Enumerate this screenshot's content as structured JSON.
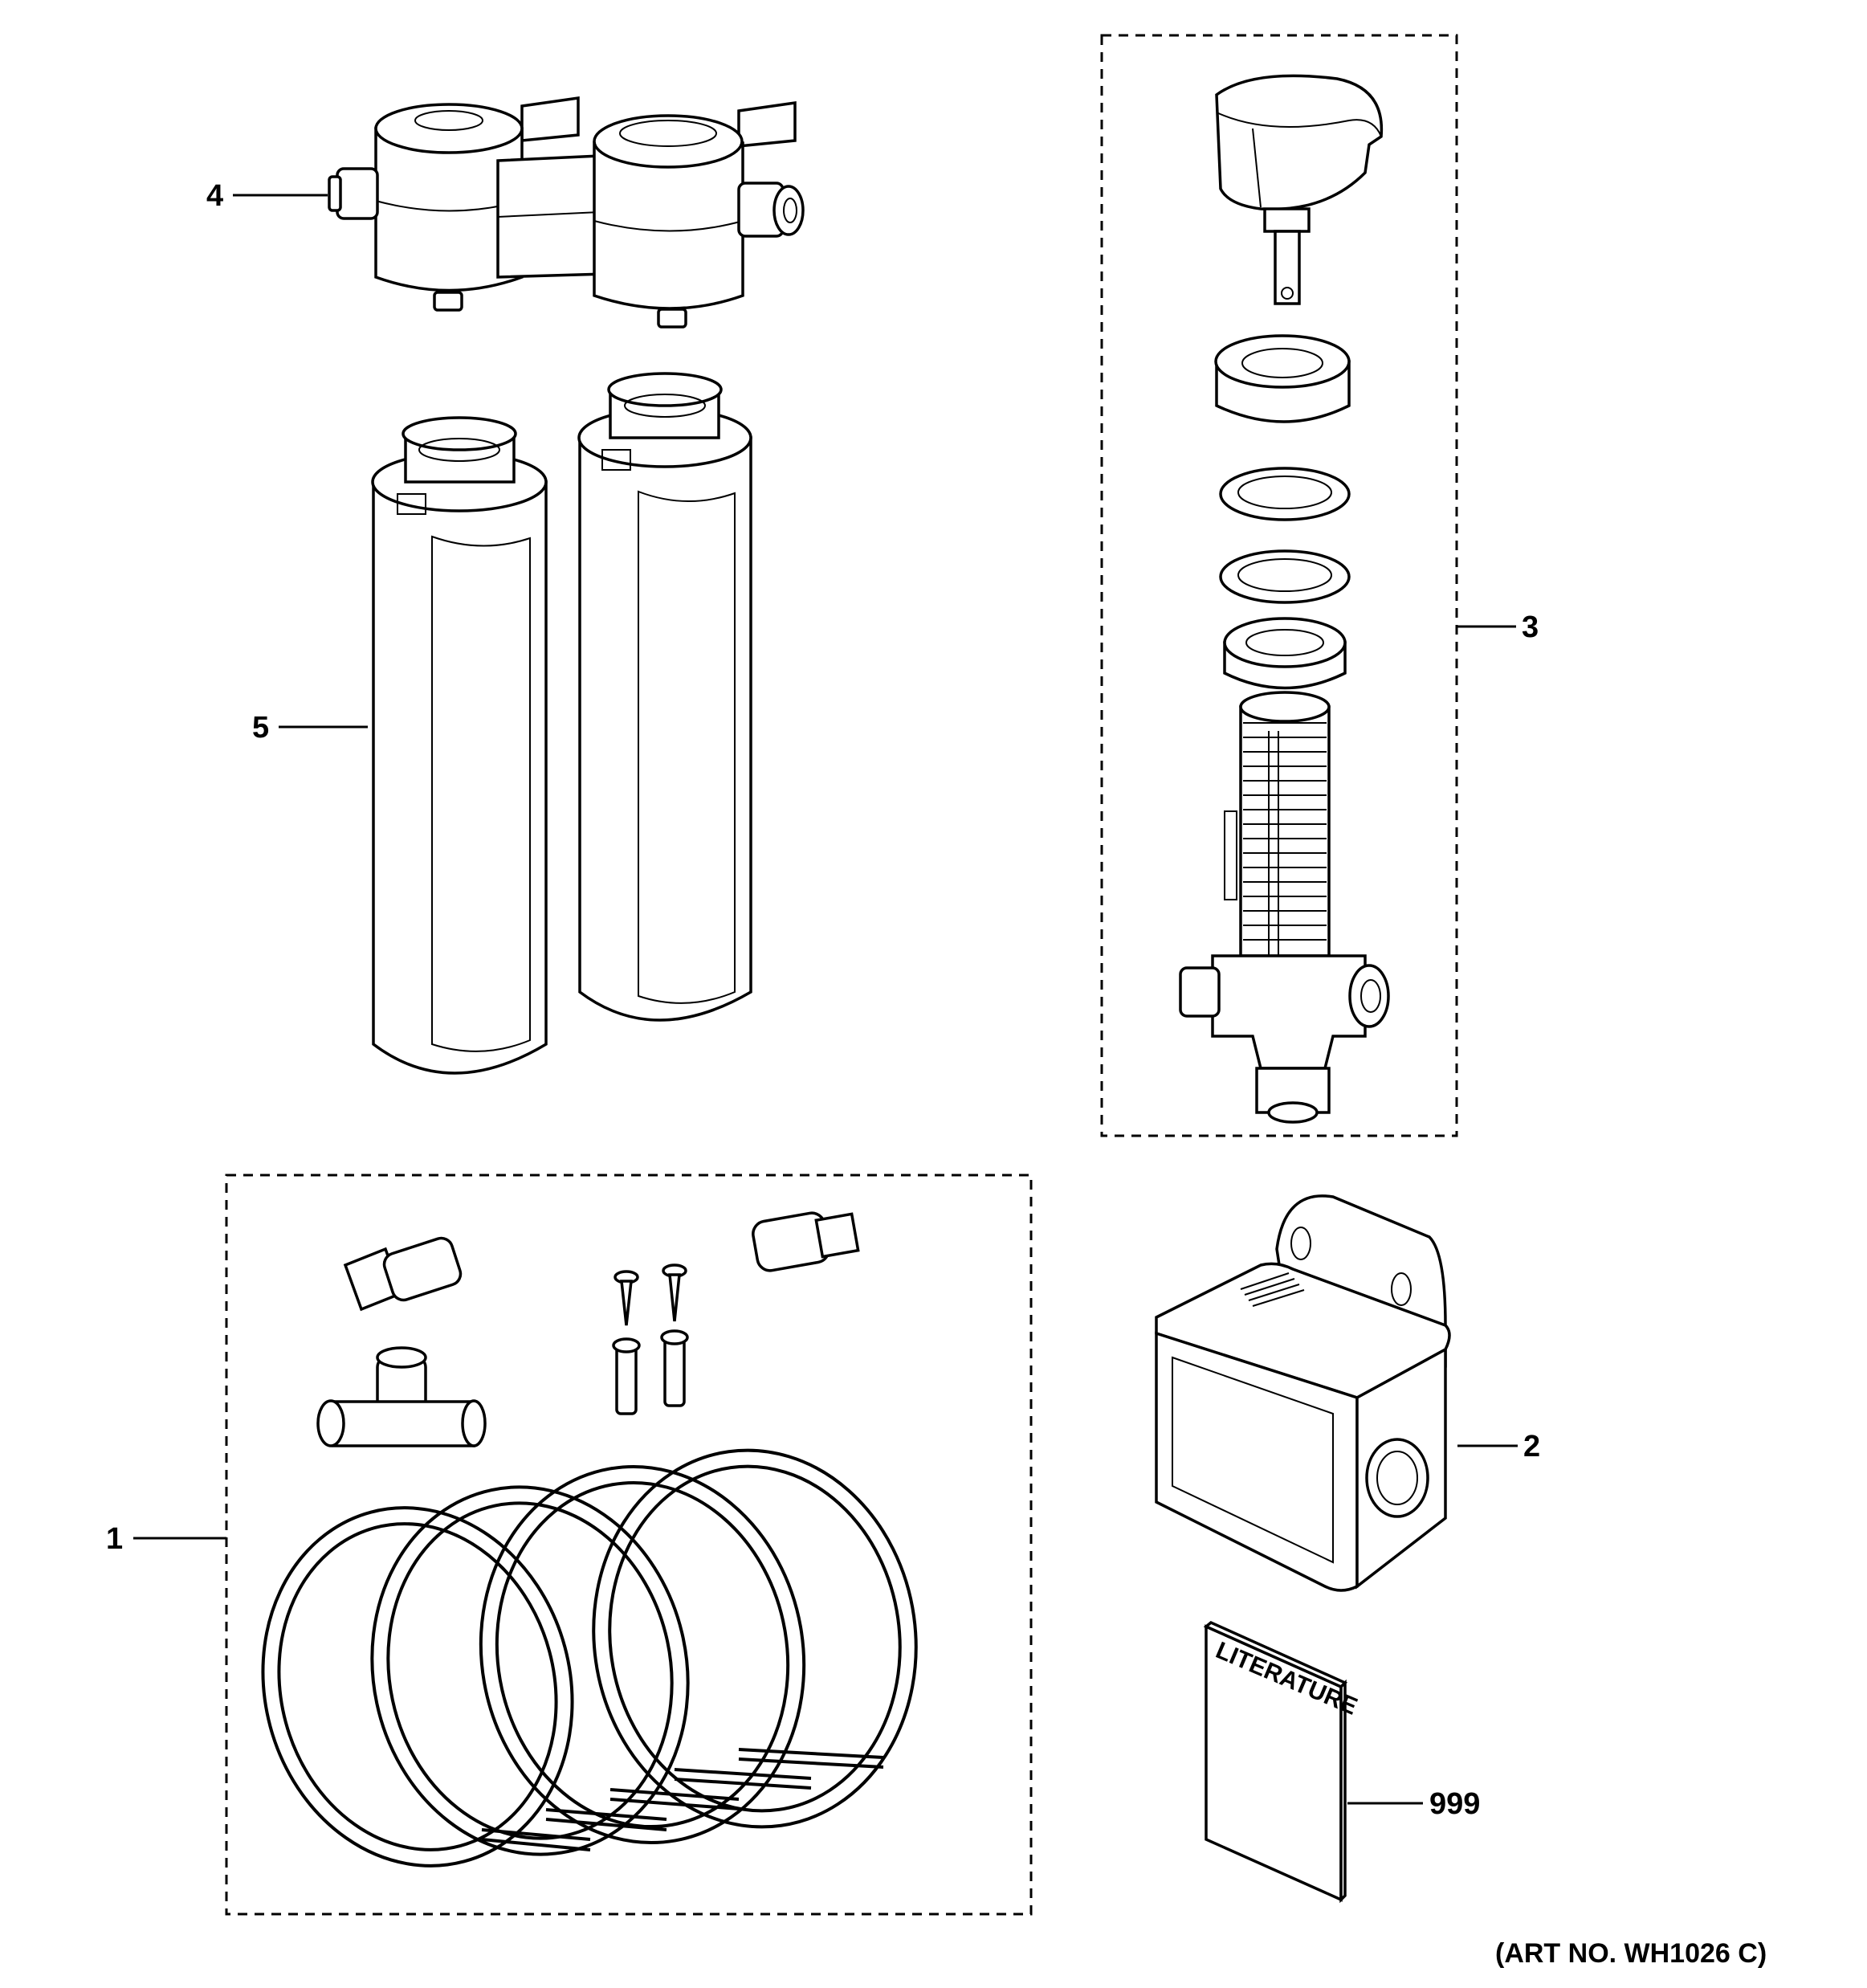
{
  "callouts": {
    "item_1": "1",
    "item_2": "2",
    "item_3": "3",
    "item_4": "4",
    "item_5": "5",
    "item_999": "999"
  },
  "booklet_label": "LITERATURE",
  "art_number": "(ART NO. WH1026 C)"
}
